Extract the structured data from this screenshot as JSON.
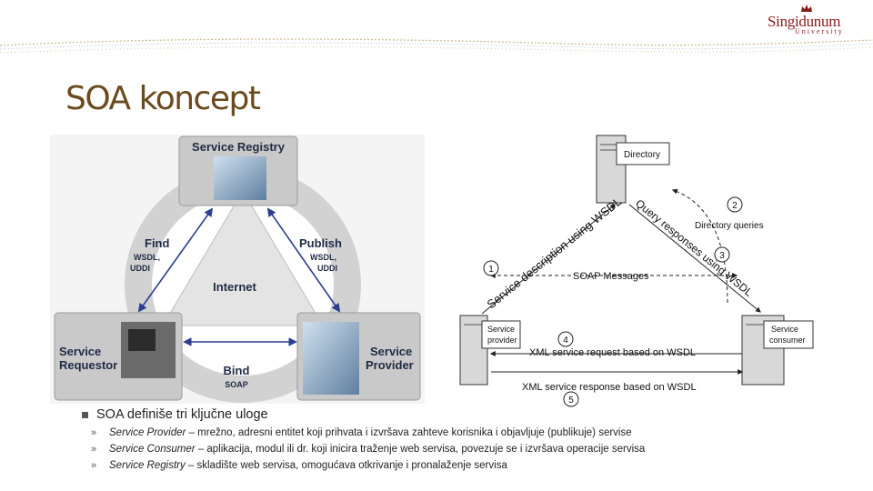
{
  "header": {
    "logo_name": "Singidunum",
    "logo_sub": "University",
    "title": "SOA koncept"
  },
  "diagram_left": {
    "registry_label": "Service Registry",
    "find_label": "Find",
    "find_sub1": "WSDL,",
    "find_sub2": "UDDI",
    "publish_label": "Publish",
    "publish_sub1": "WSDL,",
    "publish_sub2": "UDDI",
    "internet_label": "Internet",
    "bind_label": "Bind",
    "bind_sub": "SOAP",
    "requestor_line1": "Service",
    "requestor_line2": "Requestor",
    "provider_line1": "Service",
    "provider_line2": "Provider"
  },
  "diagram_right": {
    "directory": "Directory",
    "provider_line1": "Service",
    "provider_line2": "provider",
    "consumer_line1": "Service",
    "consumer_line2": "consumer",
    "step1": "1",
    "step2": "2",
    "step3": "3",
    "step4": "4",
    "step5": "5",
    "description": "Service description using WSDL",
    "query": "Query responses using WSDL",
    "directory_queries": "Directory queries",
    "soap_messages": "SOAP Messages",
    "request": "XML service request based on WSDL",
    "response": "XML service response based on WSDL"
  },
  "bullets": {
    "main": "SOA definiše tri ključne uloge",
    "items": [
      {
        "role": "Service Provider",
        "desc": " – mrežno, adresni entitet koji prihvata i izvršava zahteve korisnika i objavljuje (publikuje) servise"
      },
      {
        "role": "Service Consumer",
        "desc": " – aplikacija, modul ili dr. koji inicira traženje web servisa, povezuje se i izvršava operacije servisa"
      },
      {
        "role": "Service Registry",
        "desc": " – skladište web servisa, omogućava otkrivanje i pronalaženje servisa"
      }
    ]
  },
  "colors": {
    "title": "#6b4a1e",
    "logo": "#8b1a1a",
    "arrow": "#2a3f8f",
    "ring": "#cfcfcf"
  }
}
